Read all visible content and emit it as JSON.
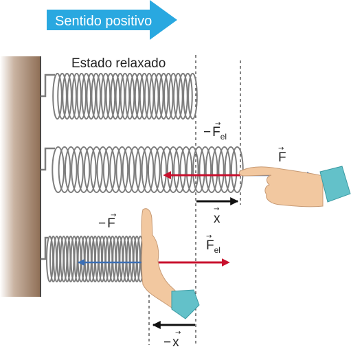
{
  "banner": {
    "text": "Sentido positivo",
    "color": "#29a8e0"
  },
  "captions": {
    "relaxed_state": "Estado relaxado"
  },
  "vectors": {
    "neg_F_el": {
      "sign": "−",
      "symbol": "F",
      "subscript": "el"
    },
    "F": {
      "symbol": "F"
    },
    "x": {
      "symbol": "x"
    },
    "neg_F": {
      "sign": "−",
      "symbol": "F"
    },
    "F_el": {
      "symbol": "F",
      "subscript": "el"
    },
    "neg_x": {
      "sign": "−",
      "symbol": "x"
    }
  },
  "colors": {
    "wall": "#9a7b62",
    "spring": "#7d7d7d",
    "red_arrow": "#c8102e",
    "blue_arrow": "#3b6fb6",
    "black_arrow": "#111111",
    "skin": "#f2c8a0",
    "sleeve": "#63c1c9",
    "dashed": "#333333"
  }
}
